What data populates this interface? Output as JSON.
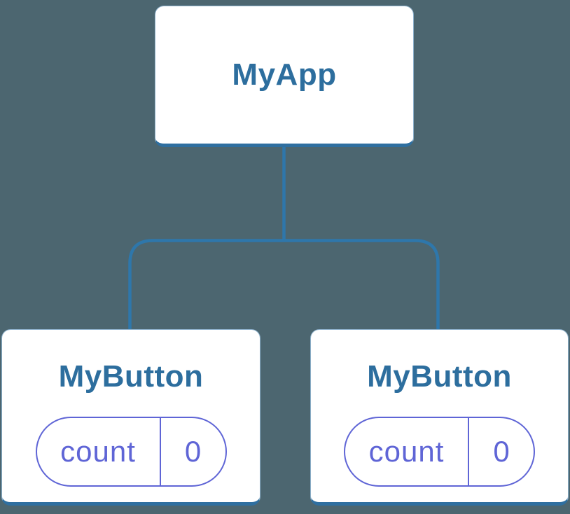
{
  "colors": {
    "background": "#4C6670",
    "connector": "#2E77AB",
    "box_fill": "#FFFFFF",
    "box_bottom_edge": "#2F6FA0",
    "node_label_text": "#2D6E9E",
    "state_pill_accent": "#5F65D6"
  },
  "tree": {
    "root": {
      "label": "MyApp"
    },
    "children": [
      {
        "label": "MyButton",
        "state": {
          "key": "count",
          "value": "0"
        }
      },
      {
        "label": "MyButton",
        "state": {
          "key": "count",
          "value": "0"
        }
      }
    ]
  }
}
